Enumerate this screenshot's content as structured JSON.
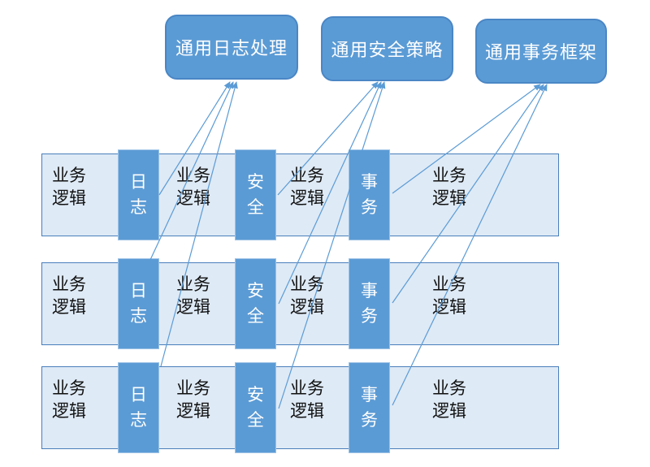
{
  "colors": {
    "accent": "#5b9bd5",
    "box_border": "#4a86c5",
    "row_fill": "#deeaf6",
    "row_border": "#4a7ebb",
    "block_border": "#9dc3e6",
    "connector": "#5b9bd5",
    "text_dark": "#111111",
    "text_light": "#ffffff"
  },
  "top_boxes": [
    {
      "id": "common-log",
      "label": "通用日志处理"
    },
    {
      "id": "common-security",
      "label": "通用安全策略"
    },
    {
      "id": "common-transaction",
      "label": "通用事务框架"
    }
  ],
  "rows": [
    {
      "segments": [
        {
          "type": "business",
          "label": "业务逻辑"
        },
        {
          "type": "log",
          "label": "日志"
        },
        {
          "type": "business",
          "label": "业务逻辑"
        },
        {
          "type": "security",
          "label": "安全"
        },
        {
          "type": "business",
          "label": "业务逻辑"
        },
        {
          "type": "transaction",
          "label": "事务"
        },
        {
          "type": "business",
          "label": "业务逻辑"
        }
      ]
    },
    {
      "segments": [
        {
          "type": "business",
          "label": "业务逻辑"
        },
        {
          "type": "log",
          "label": "日志"
        },
        {
          "type": "business",
          "label": "业务逻辑"
        },
        {
          "type": "security",
          "label": "安全"
        },
        {
          "type": "business",
          "label": "业务逻辑"
        },
        {
          "type": "transaction",
          "label": "事务"
        },
        {
          "type": "business",
          "label": "业务逻辑"
        }
      ]
    },
    {
      "segments": [
        {
          "type": "business",
          "label": "业务逻辑"
        },
        {
          "type": "log",
          "label": "日志"
        },
        {
          "type": "business",
          "label": "业务逻辑"
        },
        {
          "type": "security",
          "label": "安全"
        },
        {
          "type": "business",
          "label": "业务逻辑"
        },
        {
          "type": "transaction",
          "label": "事务"
        },
        {
          "type": "business",
          "label": "业务逻辑"
        }
      ]
    }
  ],
  "connections": [
    {
      "from_block": "日志",
      "from_rows": [
        1,
        2,
        3
      ],
      "to_box": "通用日志处理"
    },
    {
      "from_block": "安全",
      "from_rows": [
        1,
        2,
        3
      ],
      "to_box": "通用安全策略"
    },
    {
      "from_block": "事务",
      "from_rows": [
        1,
        2,
        3
      ],
      "to_box": "通用事务框架"
    }
  ]
}
